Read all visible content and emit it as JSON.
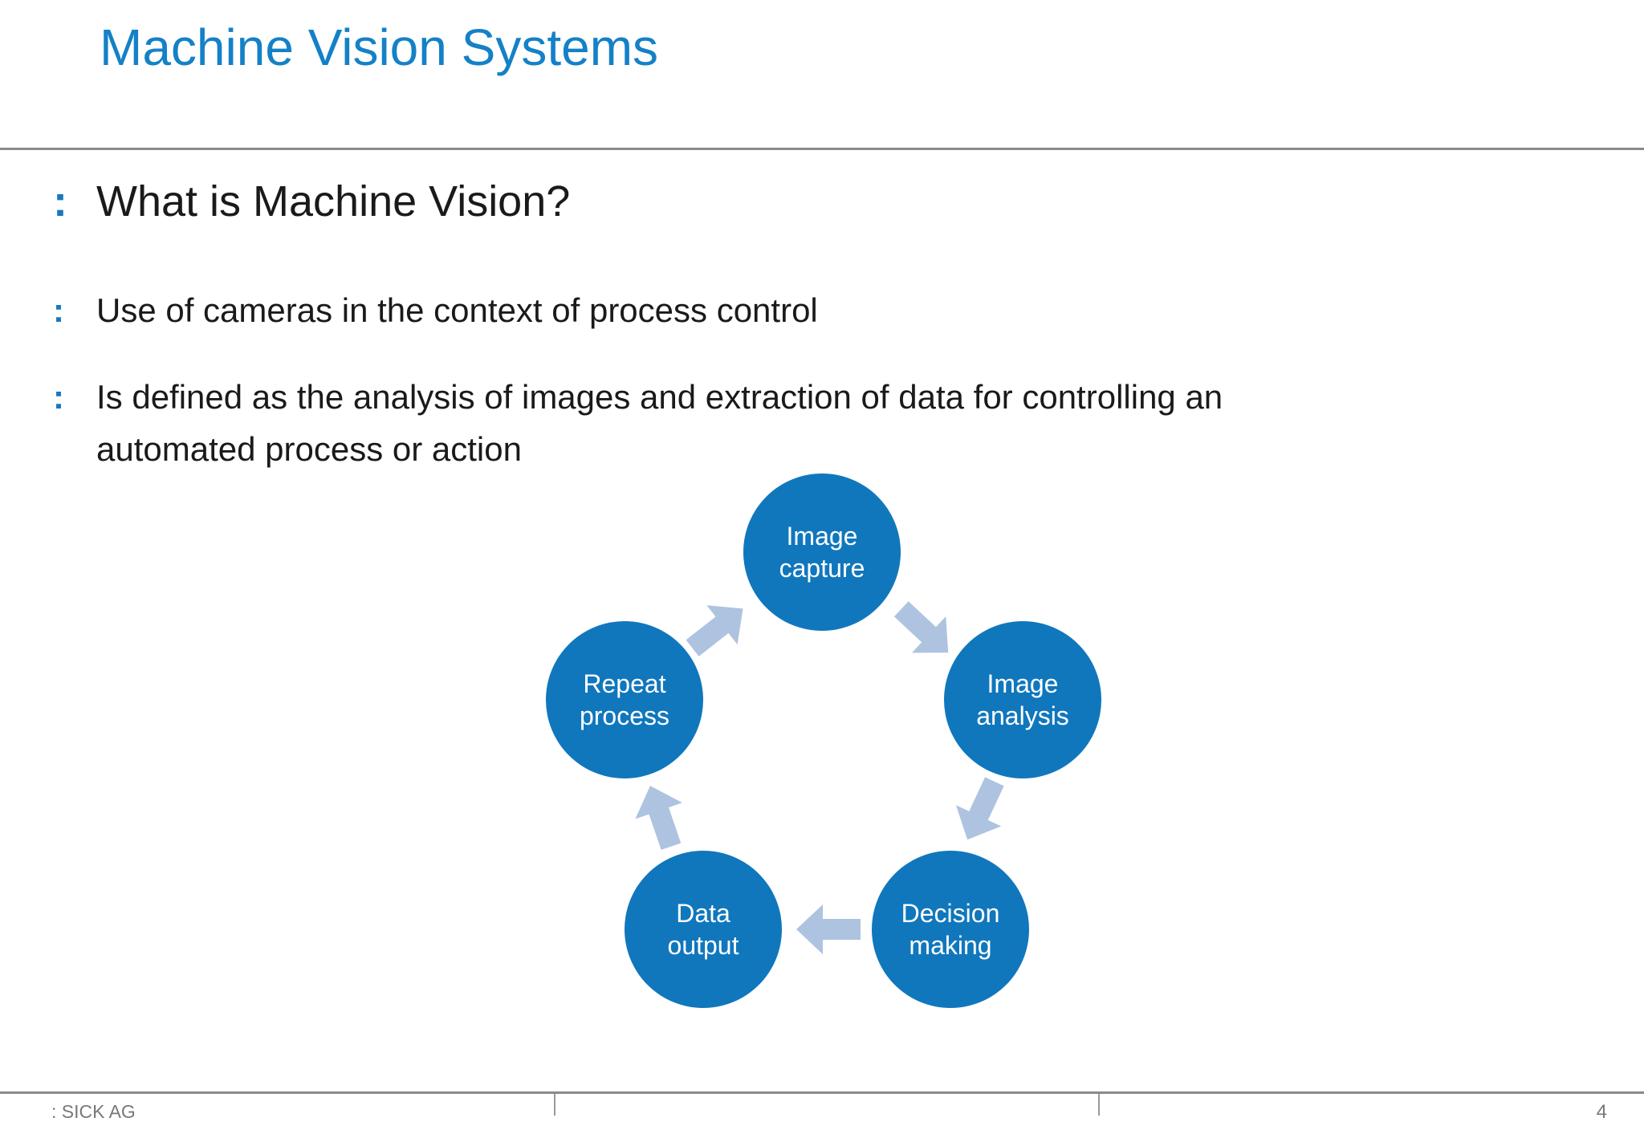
{
  "slide": {
    "title": "Machine Vision Systems",
    "footer_text": ": SICK AG",
    "page_number": "4"
  },
  "bullets": {
    "marker": ":",
    "heading": "What is Machine Vision?",
    "items": [
      "Use of cameras in the context of process control",
      "Is defined as the analysis of images and extraction of data for controlling an\nautomated process or action"
    ]
  },
  "diagram": {
    "type": "cycle",
    "direction": "clockwise",
    "steps": [
      {
        "label": "Image\ncapture"
      },
      {
        "label": "Image\nanalysis"
      },
      {
        "label": "Decision\nmaking"
      },
      {
        "label": "Data\noutput"
      },
      {
        "label": "Repeat\nprocess"
      }
    ],
    "colors": {
      "node_fill": "#1077bd",
      "node_text": "#ffffff",
      "arrow": "#aec3e0"
    }
  },
  "colors": {
    "title": "#1481c7",
    "bullet_marker": "#1778be",
    "body_text": "#1a1a1a",
    "divider": "#8a8a8a",
    "footer_text": "#787878",
    "background": "#ffffff"
  }
}
